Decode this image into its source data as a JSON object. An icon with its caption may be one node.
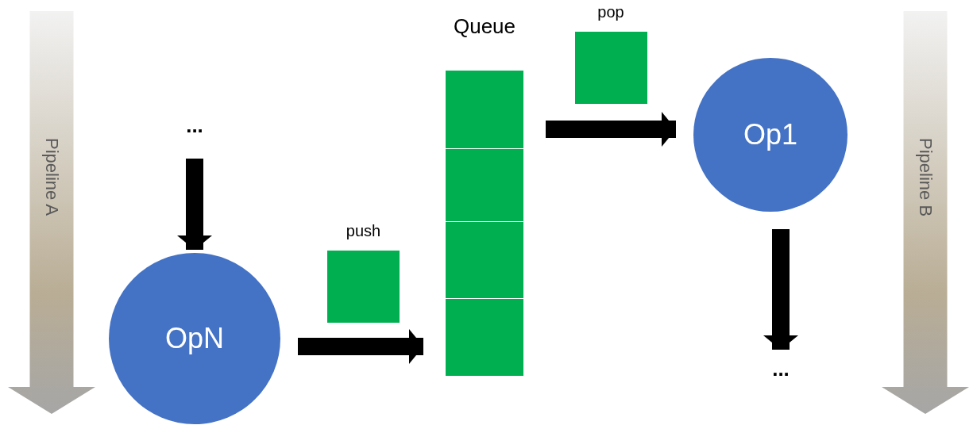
{
  "diagram": {
    "nodes": [
      {
        "text": [
          "Pipeline A"
        ]
      },
      {
        "text": [
          "..."
        ]
      },
      {
        "text": [
          "OpN"
        ]
      },
      {
        "text": [
          "push"
        ]
      },
      {
        "text": [
          "Queue"
        ]
      },
      {
        "text": [],
        "shape": "box",
        "in": 4
      },
      {
        "text": [],
        "shape": "box",
        "in": 4
      },
      {
        "text": [],
        "shape": "box",
        "in": 4
      },
      {
        "text": [],
        "shape": "box",
        "in": 4
      },
      {
        "text": [
          "pop"
        ]
      },
      {
        "text": [
          "Op1"
        ]
      },
      {
        "text": [
          "..."
        ]
      },
      {
        "text": [
          "Pipeline B"
        ]
      }
    ],
    "edges": [
      {
        "from": 1,
        "to": 2,
        "arrow": "to"
      },
      {
        "from": 2,
        "to": 4,
        "arrow": "to"
      },
      {
        "from": 4,
        "to": 10,
        "arrow": "to"
      },
      {
        "from": 10,
        "to": 11,
        "arrow": "to"
      }
    ]
  }
}
